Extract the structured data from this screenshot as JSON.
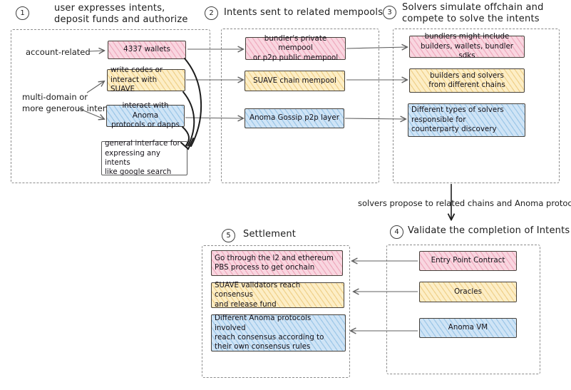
{
  "steps": [
    {
      "num": "1",
      "title": "user expresses intents,\ndeposit funds and authorize"
    },
    {
      "num": "2",
      "title": "Intents sent to related mempools"
    },
    {
      "num": "3",
      "title": "Solvers simulate offchain and\ncompete to solve the intents"
    },
    {
      "num": "4",
      "title": "Validate the completion of Intents"
    },
    {
      "num": "5",
      "title": "Settlement"
    }
  ],
  "section1": {
    "labels": {
      "account": "account-related",
      "multidomain": "multi-domain or\nmore generous intents"
    },
    "boxes": {
      "wallets": "4337 wallets",
      "suave": "write codes or\ninteract with SUAVE",
      "anoma": "interact with Anoma\nprotocols or dapps",
      "general": "general interface for\nexpressing any intents\nlike google search"
    }
  },
  "section2": {
    "boxes": {
      "bundler": "bundler's private mempool\nor p2p public mempool",
      "suave": "SUAVE chain mempool",
      "anoma": "Anoma Gossip p2p layer"
    }
  },
  "section3": {
    "boxes": {
      "bundlers": "bundlers might include\nbuilders, wallets, bundler sdks",
      "builders": "builders and solvers\nfrom different chains",
      "solvers": "Different types of solvers\nresponsible for\ncounterparty discovery"
    }
  },
  "flow_note": "solvers propose to related chains and Anoma protocols",
  "section4": {
    "boxes": {
      "entry_point": "Entry Point Contract",
      "oracles": "Oracles",
      "anoma_vm": "Anoma VM"
    }
  },
  "section5": {
    "boxes": {
      "pbs": "Go through the l2 and ethereum\nPBS process to get onchain",
      "suave_validators": "SUAVE validators reach consensus\nand release fund",
      "anoma_protocols": "Different Anoma protocols involved\nreach consensus according to\ntheir own consensus rules"
    }
  },
  "palette": {
    "pink_fill": "#f9d6e0",
    "yellow_fill": "#fdeec6",
    "blue_fill": "#cfe4f6",
    "stroke": "#46413b",
    "dashed_border": "#8c8c8c"
  }
}
